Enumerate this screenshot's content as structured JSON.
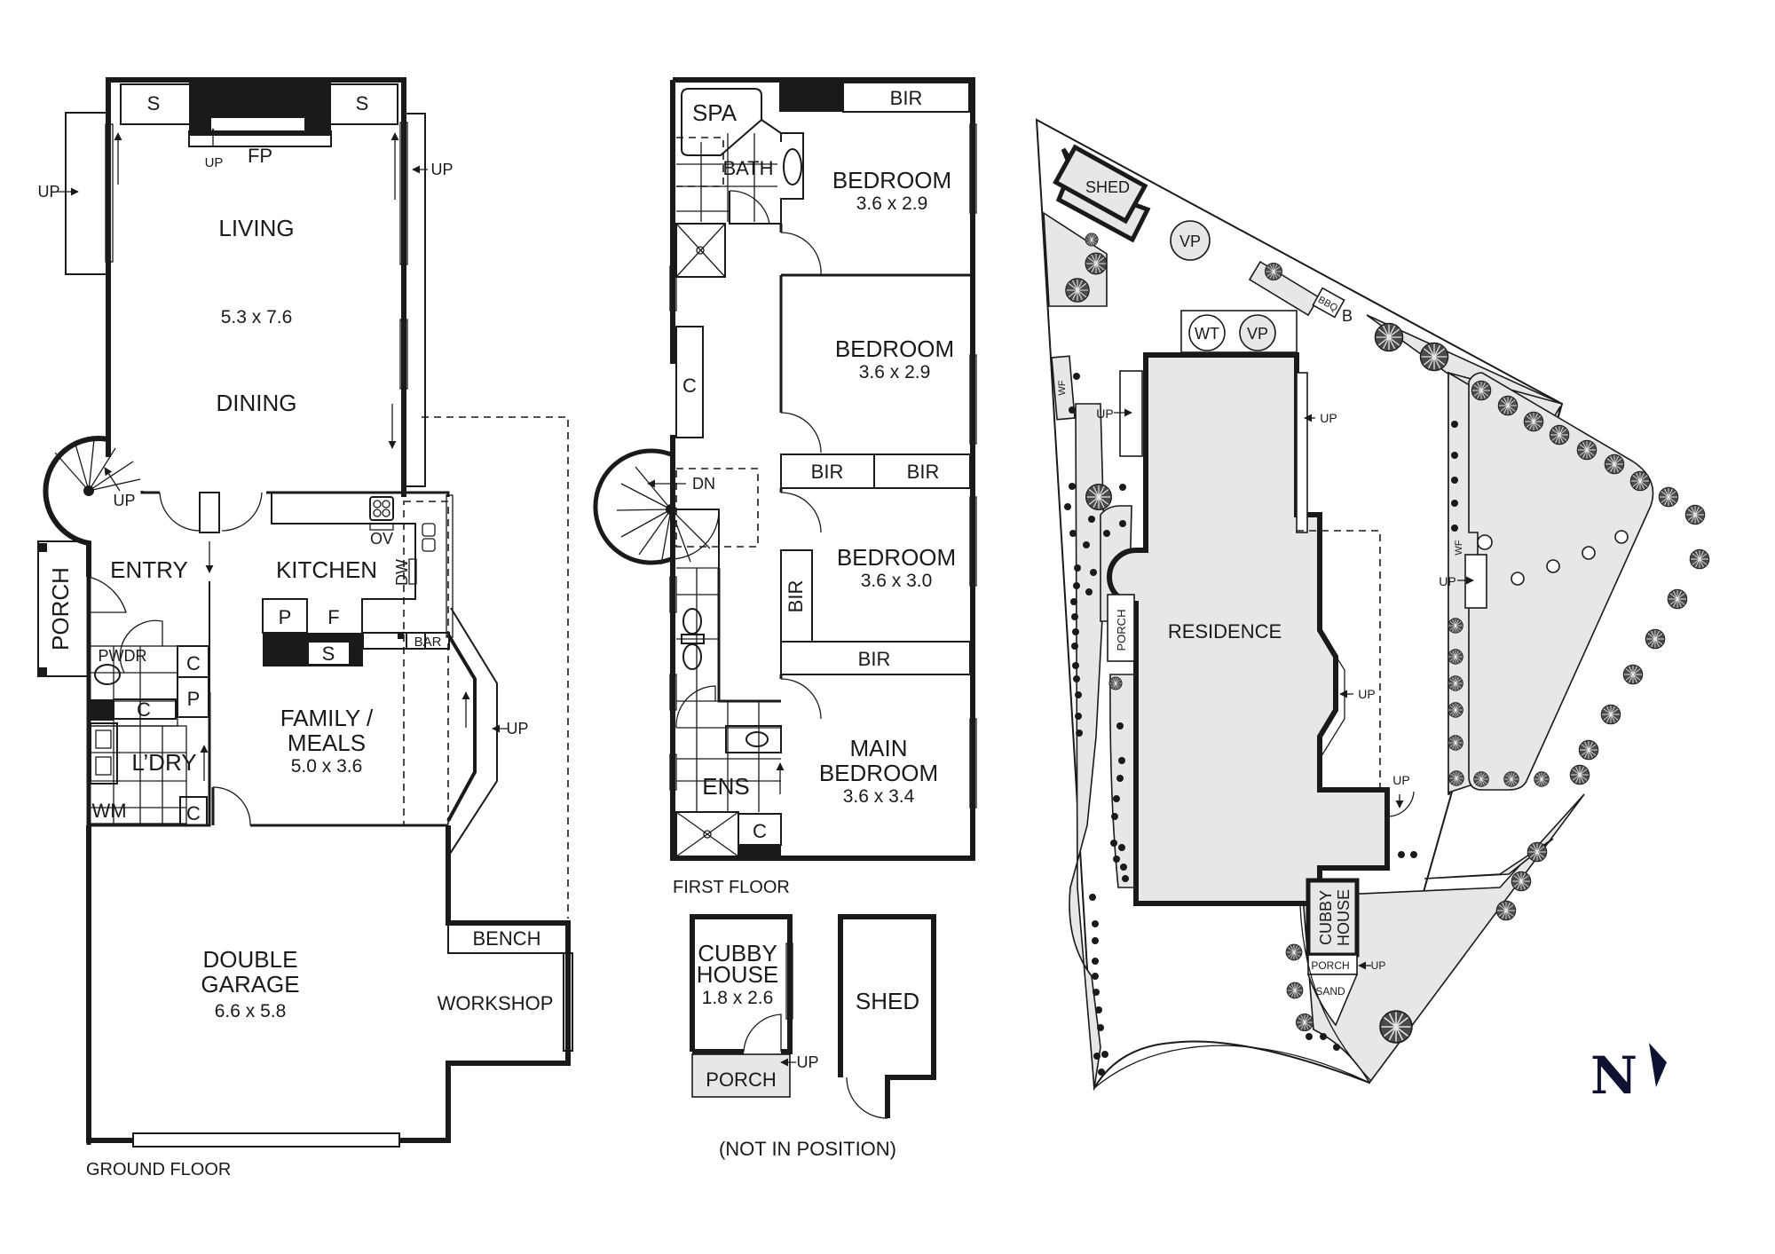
{
  "ground_floor": {
    "caption": "GROUND FLOOR",
    "rooms": {
      "living": "LIVING",
      "living_dim": "5.3 x 7.6",
      "dining": "DINING",
      "entry": "ENTRY",
      "porch": "PORCH",
      "kitchen": "KITCHEN",
      "pwdr": "PWDR",
      "laundry": "L’DRY",
      "family_l1": "FAMILY /",
      "family_l2": "MEALS",
      "family_dim": "5.0 x 3.6",
      "garage_l1": "DOUBLE",
      "garage_l2": "GARAGE",
      "garage_dim": "6.6 x 5.8",
      "workshop": "WORKSHOP",
      "bench": "BENCH"
    },
    "fixtures": {
      "storage_left": "S",
      "storage_right": "S",
      "fireplace": "FP",
      "pantry": "P",
      "fridge": "F",
      "sink": "S",
      "oven": "OV",
      "dishwasher": "DW",
      "bar": "BAR",
      "cupboard_1": "C",
      "cupboard_2": "C",
      "cupboard_3": "C",
      "pantry_2": "P",
      "washing_machine": "WM"
    },
    "arrows": {
      "up_left": "UP",
      "up_fp": "UP",
      "up_right": "UP",
      "up_stair": "UP",
      "up_bay": "UP"
    }
  },
  "first_floor": {
    "caption": "FIRST FLOOR",
    "rooms": {
      "spa": "SPA",
      "bath": "BATH",
      "bir_top": "BIR",
      "bed1": "BEDROOM",
      "bed1_dim": "3.6 x 2.9",
      "bed2": "BEDROOM",
      "bed2_dim": "3.6 x 2.9",
      "linen": "C",
      "bir_a": "BIR",
      "bir_b": "BIR",
      "bed3": "BEDROOM",
      "bed3_dim": "3.6 x 3.0",
      "bir_side": "BIR",
      "bir_main": "BIR",
      "main_l1": "MAIN",
      "main_l2": "BEDROOM",
      "main_dim": "3.6 x 3.4",
      "ens": "ENS",
      "ens_c": "C"
    },
    "arrows": {
      "dn": "DN"
    }
  },
  "outbuildings": {
    "cubby_l1": "CUBBY",
    "cubby_l2": "HOUSE",
    "cubby_dim": "1.8 x 2.6",
    "cubby_porch": "PORCH",
    "cubby_up": "UP",
    "shed": "SHED",
    "note": "(NOT IN POSITION)"
  },
  "site_plan": {
    "shed": "SHED",
    "vp_1": "VP",
    "wt": "WT",
    "vp_2": "VP",
    "bbq": "BBQ",
    "b": "B",
    "wf_left": "WF",
    "wf_right": "WF",
    "residence": "RESIDENCE",
    "porch": "PORCH",
    "up_left": "UP",
    "up_right": "UP",
    "up_mid": "UP",
    "up_rear": "UP",
    "up_lawn": "UP",
    "cubby_l1": "CUBBY",
    "cubby_l2": "HOUSE",
    "cubby_porch": "PORCH",
    "cubby_up": "UP",
    "sand": "SAND"
  },
  "compass": {
    "label": "N",
    "color": "#0e1230"
  },
  "colors": {
    "ink": "#1a1a1a",
    "landscape_fill": "#e6e7e8"
  }
}
